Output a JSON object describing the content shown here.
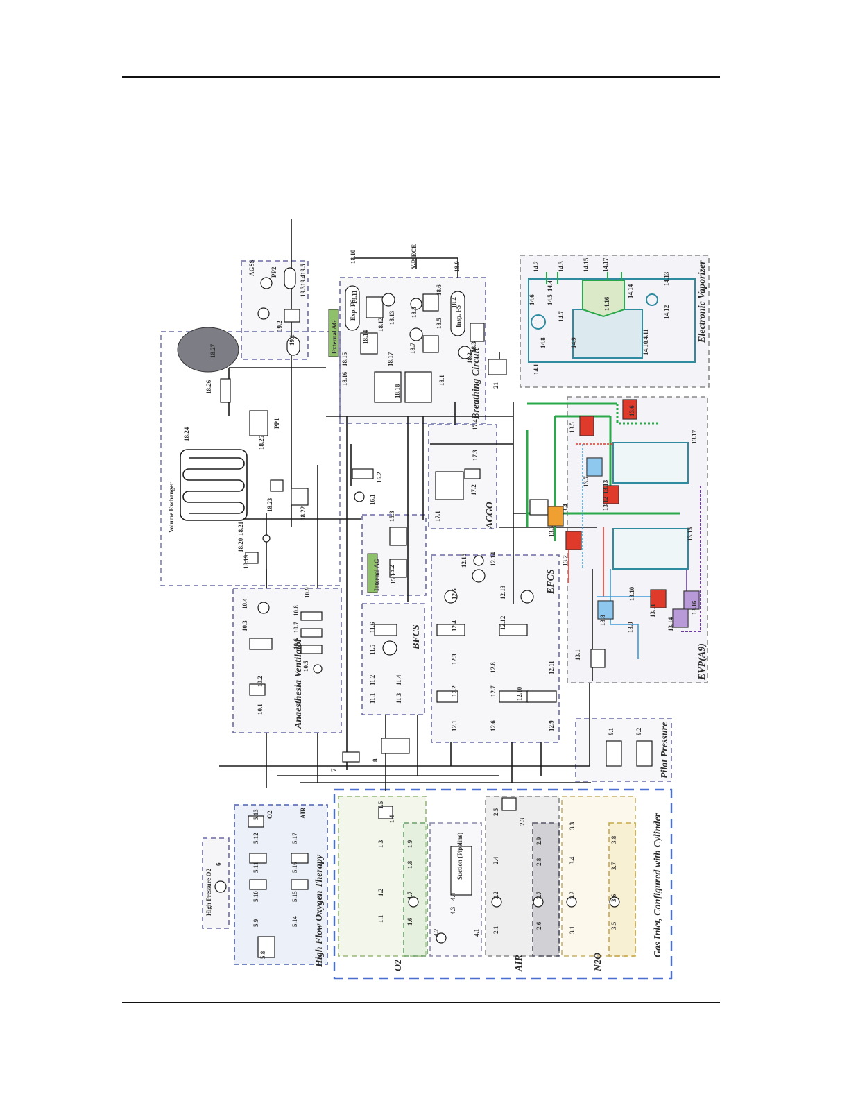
{
  "sections": {
    "high_pressure_o2": "High Pressure O2",
    "hfot": "High Flow Oxygen Therapy",
    "gas_inlet": "Gas Inlet, Configured with Cylinder",
    "o2": "O2",
    "suction": "Suction (Pipeline)",
    "air": "AIR",
    "n2o": "N2O",
    "anaesthesia_ventilator": "Anaesthesia Ventilator",
    "bfcs": "BFCS",
    "efcs": "EFCS",
    "pilot_pressure": "Pilot Pressure",
    "evp": "EVP(A9)",
    "electronic_vaporizer": "Electronic Vaporizer",
    "acgo": "ACGO",
    "internal_ag": "Internal AG",
    "external_ag": "External AG",
    "breathing_circuit": "Breathing Circuit",
    "agss": "AGSS",
    "volume_exchanger": "Volume Exchanger",
    "y_piece": "Y-PIECE"
  },
  "ports": {
    "o2_label": "O2",
    "air_label": "AIR",
    "pp1": "PP1",
    "pp2": "PP2",
    "exp_fs": "Exp. FS",
    "insp_fs": "Insp. FS"
  },
  "components": {
    "hfot": [
      "5.8",
      "5.9",
      "5.10",
      "5.11",
      "5.12",
      "5.13",
      "5.14",
      "5.15",
      "5.16",
      "5.17"
    ],
    "o2": [
      "1.1",
      "1.2",
      "1.3",
      "1.4",
      "1.5",
      "1.6",
      "1.7",
      "1.8",
      "1.9"
    ],
    "suction": [
      "4.1",
      "4.2",
      "4.3",
      "4.4"
    ],
    "air": [
      "2.1",
      "2.2",
      "2.3",
      "2.4",
      "2.5",
      "2.6",
      "2.7",
      "2.8",
      "2.9"
    ],
    "n2o": [
      "3.1",
      "3.2",
      "3.3",
      "3.4",
      "3.5",
      "3.6",
      "3.7",
      "3.8"
    ],
    "ventilator": [
      "10.1",
      "10.2",
      "10.3",
      "10.4",
      "10.5",
      "10.6",
      "10.7",
      "10.8",
      "10.9"
    ],
    "bfcs": [
      "11.1",
      "11.2",
      "11.3",
      "11.4",
      "11.5",
      "11.6"
    ],
    "efcs": [
      "12.1",
      "12.2",
      "12.3",
      "12.4",
      "12.5",
      "12.6",
      "12.7",
      "12.8",
      "12.9",
      "12.10",
      "12.11",
      "12.12",
      "12.13",
      "12.14",
      "12.15"
    ],
    "pilot": [
      "9.1",
      "9.2"
    ],
    "evp": [
      "13.1",
      "13.2",
      "13.3",
      "13.4",
      "13.5",
      "13.6",
      "13.7",
      "13.8",
      "13.9",
      "13.10",
      "13.11",
      "13.12",
      "13.13",
      "13.14",
      "13.15",
      "13.16",
      "13.17"
    ],
    "vaporizer": [
      "14.1",
      "14.2",
      "14.3",
      "14.4",
      "14.5",
      "14.6",
      "14.7",
      "14.8",
      "14.9",
      "14.10",
      "14.11",
      "14.12",
      "14.13",
      "14.14",
      "14.15",
      "14.16",
      "14.17"
    ],
    "internal_ag": [
      "15.1",
      "15.2",
      "15.3"
    ],
    "acgo": [
      "16.1",
      "16.2",
      "17.1",
      "17.2",
      "17.3",
      "17.4"
    ],
    "breathing": [
      "18.1",
      "18.2",
      "18.3",
      "18.4",
      "18.5",
      "18.6",
      "18.7",
      "18.8",
      "18.9",
      "18.10",
      "18.11",
      "18.12",
      "18.13",
      "18.14",
      "18.15",
      "18.16",
      "18.17",
      "18.18"
    ],
    "volume": [
      "18.19",
      "18.20",
      "18.21",
      "18.22",
      "18.23",
      "18.24",
      "18.25",
      "18.26",
      "18.27"
    ],
    "agss": [
      "19.1",
      "19.2",
      "19.3",
      "19.4",
      "19.5"
    ],
    "misc": [
      "6",
      "7",
      "8",
      "21"
    ]
  },
  "colors": {
    "hfot": "#c9d3ee",
    "o2": "#dde9c5",
    "o2_cyl": "#cfe3c8",
    "air": "#cfcfcf",
    "air_cyl": "#9a9aa6",
    "n2o": "#f6ecc6",
    "n2o_cyl": "#f2e1a4",
    "panel": "#e8e8f1",
    "vaporizer": "#2f8ba0",
    "green_line": "#2aa84a",
    "red_line": "#e03a2b",
    "blue_line": "#3d9ad8",
    "purple_line": "#6a3ea1",
    "dash_blue": "#4a6fd0"
  }
}
